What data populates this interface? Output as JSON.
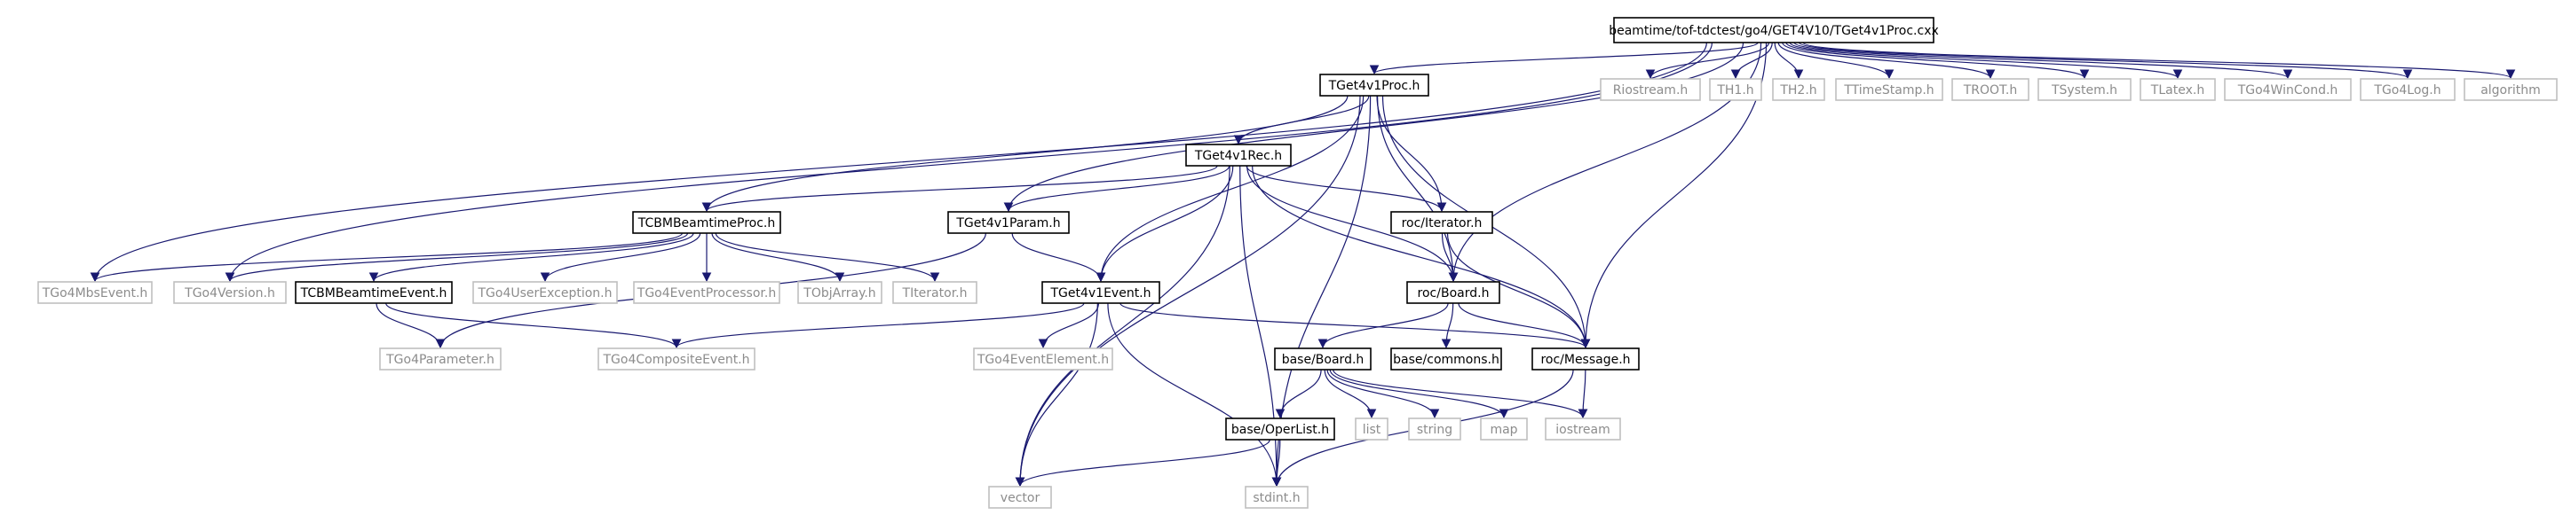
{
  "colors": {
    "edge": "#191970",
    "root_fill": "#bfbfbf",
    "documented_border": "#000000",
    "external_border": "#bfbfbf",
    "external_text": "#8c8c8c",
    "documented_text": "#000000"
  },
  "nodes": [
    {
      "id": "root",
      "label": "beamtime/tof-tdctest/go4/GET4V10/TGet4v1Proc.cxx",
      "kind": "root"
    },
    {
      "id": "proc_h",
      "label": "TGet4v1Proc.h",
      "kind": "documented"
    },
    {
      "id": "riostream",
      "label": "Riostream.h",
      "kind": "external"
    },
    {
      "id": "th1",
      "label": "TH1.h",
      "kind": "external"
    },
    {
      "id": "th2",
      "label": "TH2.h",
      "kind": "external"
    },
    {
      "id": "ttimestamp",
      "label": "TTimeStamp.h",
      "kind": "external"
    },
    {
      "id": "troot",
      "label": "TROOT.h",
      "kind": "external"
    },
    {
      "id": "tsystem",
      "label": "TSystem.h",
      "kind": "external"
    },
    {
      "id": "tlatex",
      "label": "TLatex.h",
      "kind": "external"
    },
    {
      "id": "wincond",
      "label": "TGo4WinCond.h",
      "kind": "external"
    },
    {
      "id": "go4log",
      "label": "TGo4Log.h",
      "kind": "external"
    },
    {
      "id": "algorithm",
      "label": "algorithm",
      "kind": "external"
    },
    {
      "id": "rec_h",
      "label": "TGet4v1Rec.h",
      "kind": "documented"
    },
    {
      "id": "cbmproc",
      "label": "TCBMBeamtimeProc.h",
      "kind": "documented"
    },
    {
      "id": "param",
      "label": "TGet4v1Param.h",
      "kind": "documented"
    },
    {
      "id": "rociter",
      "label": "roc/Iterator.h",
      "kind": "documented"
    },
    {
      "id": "mbsevent",
      "label": "TGo4MbsEvent.h",
      "kind": "external"
    },
    {
      "id": "version",
      "label": "TGo4Version.h",
      "kind": "external"
    },
    {
      "id": "cbmevent",
      "label": "TCBMBeamtimeEvent.h",
      "kind": "documented"
    },
    {
      "id": "userexc",
      "label": "TGo4UserException.h",
      "kind": "external"
    },
    {
      "id": "eventproc",
      "label": "TGo4EventProcessor.h",
      "kind": "external"
    },
    {
      "id": "tobjarray",
      "label": "TObjArray.h",
      "kind": "external"
    },
    {
      "id": "titerator",
      "label": "TIterator.h",
      "kind": "external"
    },
    {
      "id": "get4event",
      "label": "TGet4v1Event.h",
      "kind": "documented"
    },
    {
      "id": "rocboard",
      "label": "roc/Board.h",
      "kind": "documented"
    },
    {
      "id": "go4param",
      "label": "TGo4Parameter.h",
      "kind": "external"
    },
    {
      "id": "composite",
      "label": "TGo4CompositeEvent.h",
      "kind": "external"
    },
    {
      "id": "evelement",
      "label": "TGo4EventElement.h",
      "kind": "external"
    },
    {
      "id": "baseboard",
      "label": "base/Board.h",
      "kind": "documented"
    },
    {
      "id": "basecommons",
      "label": "base/commons.h",
      "kind": "documented"
    },
    {
      "id": "rocmessage",
      "label": "roc/Message.h",
      "kind": "documented"
    },
    {
      "id": "list",
      "label": "list",
      "kind": "external"
    },
    {
      "id": "string",
      "label": "string",
      "kind": "external"
    },
    {
      "id": "map",
      "label": "map",
      "kind": "external"
    },
    {
      "id": "iostream",
      "label": "iostream",
      "kind": "external"
    },
    {
      "id": "operlist",
      "label": "base/OperList.h",
      "kind": "documented"
    },
    {
      "id": "vector",
      "label": "vector",
      "kind": "external"
    },
    {
      "id": "stdint",
      "label": "stdint.h",
      "kind": "external"
    }
  ],
  "edges": [
    [
      "root",
      "proc_h"
    ],
    [
      "root",
      "riostream"
    ],
    [
      "root",
      "th1"
    ],
    [
      "root",
      "th2"
    ],
    [
      "root",
      "ttimestamp"
    ],
    [
      "root",
      "troot"
    ],
    [
      "root",
      "tsystem"
    ],
    [
      "root",
      "tlatex"
    ],
    [
      "root",
      "wincond"
    ],
    [
      "root",
      "go4log"
    ],
    [
      "root",
      "algorithm"
    ],
    [
      "root",
      "param"
    ],
    [
      "root",
      "mbsevent"
    ],
    [
      "root",
      "version"
    ],
    [
      "root",
      "rocboard"
    ],
    [
      "root",
      "rocmessage"
    ],
    [
      "proc_h",
      "rec_h"
    ],
    [
      "proc_h",
      "cbmproc"
    ],
    [
      "proc_h",
      "get4event"
    ],
    [
      "proc_h",
      "rociter"
    ],
    [
      "proc_h",
      "rocboard"
    ],
    [
      "proc_h",
      "rocmessage"
    ],
    [
      "proc_h",
      "vector"
    ],
    [
      "proc_h",
      "stdint"
    ],
    [
      "rec_h",
      "cbmproc"
    ],
    [
      "rec_h",
      "param"
    ],
    [
      "rec_h",
      "get4event"
    ],
    [
      "rec_h",
      "rociter"
    ],
    [
      "rec_h",
      "rocboard"
    ],
    [
      "rec_h",
      "rocmessage"
    ],
    [
      "rec_h",
      "vector"
    ],
    [
      "rec_h",
      "stdint"
    ],
    [
      "cbmproc",
      "mbsevent"
    ],
    [
      "cbmproc",
      "version"
    ],
    [
      "cbmproc",
      "cbmevent"
    ],
    [
      "cbmproc",
      "userexc"
    ],
    [
      "cbmproc",
      "eventproc"
    ],
    [
      "cbmproc",
      "tobjarray"
    ],
    [
      "cbmproc",
      "titerator"
    ],
    [
      "param",
      "get4event"
    ],
    [
      "param",
      "go4param"
    ],
    [
      "cbmevent",
      "go4param"
    ],
    [
      "cbmevent",
      "composite"
    ],
    [
      "get4event",
      "composite"
    ],
    [
      "get4event",
      "evelement"
    ],
    [
      "get4event",
      "rocmessage"
    ],
    [
      "get4event",
      "vector"
    ],
    [
      "get4event",
      "stdint"
    ],
    [
      "rociter",
      "rocboard"
    ],
    [
      "rociter",
      "rocmessage"
    ],
    [
      "rocboard",
      "baseboard"
    ],
    [
      "rocboard",
      "basecommons"
    ],
    [
      "rocboard",
      "rocmessage"
    ],
    [
      "baseboard",
      "operlist"
    ],
    [
      "baseboard",
      "list"
    ],
    [
      "baseboard",
      "string"
    ],
    [
      "baseboard",
      "map"
    ],
    [
      "baseboard",
      "iostream"
    ],
    [
      "rocmessage",
      "iostream"
    ],
    [
      "rocmessage",
      "stdint"
    ],
    [
      "operlist",
      "vector"
    ],
    [
      "operlist",
      "stdint"
    ]
  ]
}
